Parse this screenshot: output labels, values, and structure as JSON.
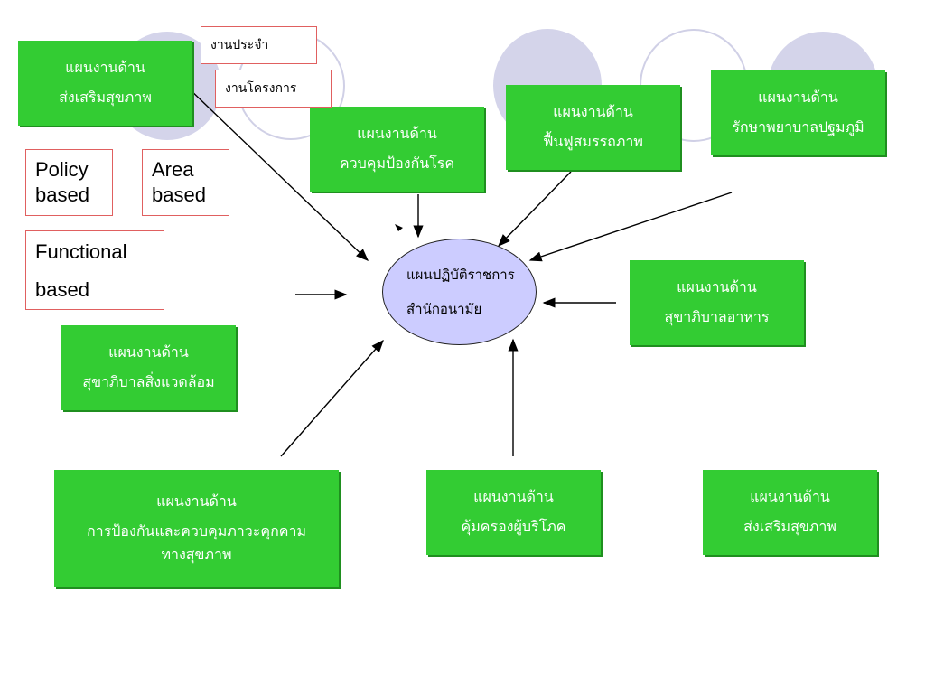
{
  "hub": {
    "line1": "แผนปฏิบัติราชการ",
    "line2": "สำนักอนามัย"
  },
  "labels": {
    "routine_work": "งานประจำ",
    "project_work": "งานโครงการ",
    "policy_based": [
      "Policy",
      "based"
    ],
    "area_based": [
      "Area",
      "based"
    ],
    "functional_based": [
      "Functional",
      "based"
    ]
  },
  "plans": [
    {
      "line1": "แผนงานด้าน",
      "line2": "ส่งเสริมสุขภาพ"
    },
    {
      "line1": "แผนงานด้าน",
      "line2": "ควบคุมป้องกันโรค"
    },
    {
      "line1": "แผนงานด้าน",
      "line2": "ฟื้นฟูสมรรถภาพ"
    },
    {
      "line1": "แผนงานด้าน",
      "line2": "รักษาพยาบาลปฐมภูมิ"
    },
    {
      "line1": "แผนงานด้าน",
      "line2": "สุขาภิบาลอาหาร"
    },
    {
      "line1": "แผนงานด้าน",
      "line2": "สุขาภิบาลสิ่งแวดล้อม"
    },
    {
      "line1": "แผนงานด้าน",
      "line2": "การป้องกันและควบคุมภาวะคุกคาม",
      "line3": "ทางสุขภาพ"
    },
    {
      "line1": "แผนงานด้าน",
      "line2": "คุ้มครองผู้บริโภค"
    },
    {
      "line1": "แผนงานด้าน",
      "line2": "ส่งเสริมสุขภาพ"
    }
  ],
  "colors": {
    "plan_box": "#33cc33",
    "hub_fill": "#ccccff",
    "label_border": "#e06060",
    "decor_circle": "#d4d4ea"
  }
}
